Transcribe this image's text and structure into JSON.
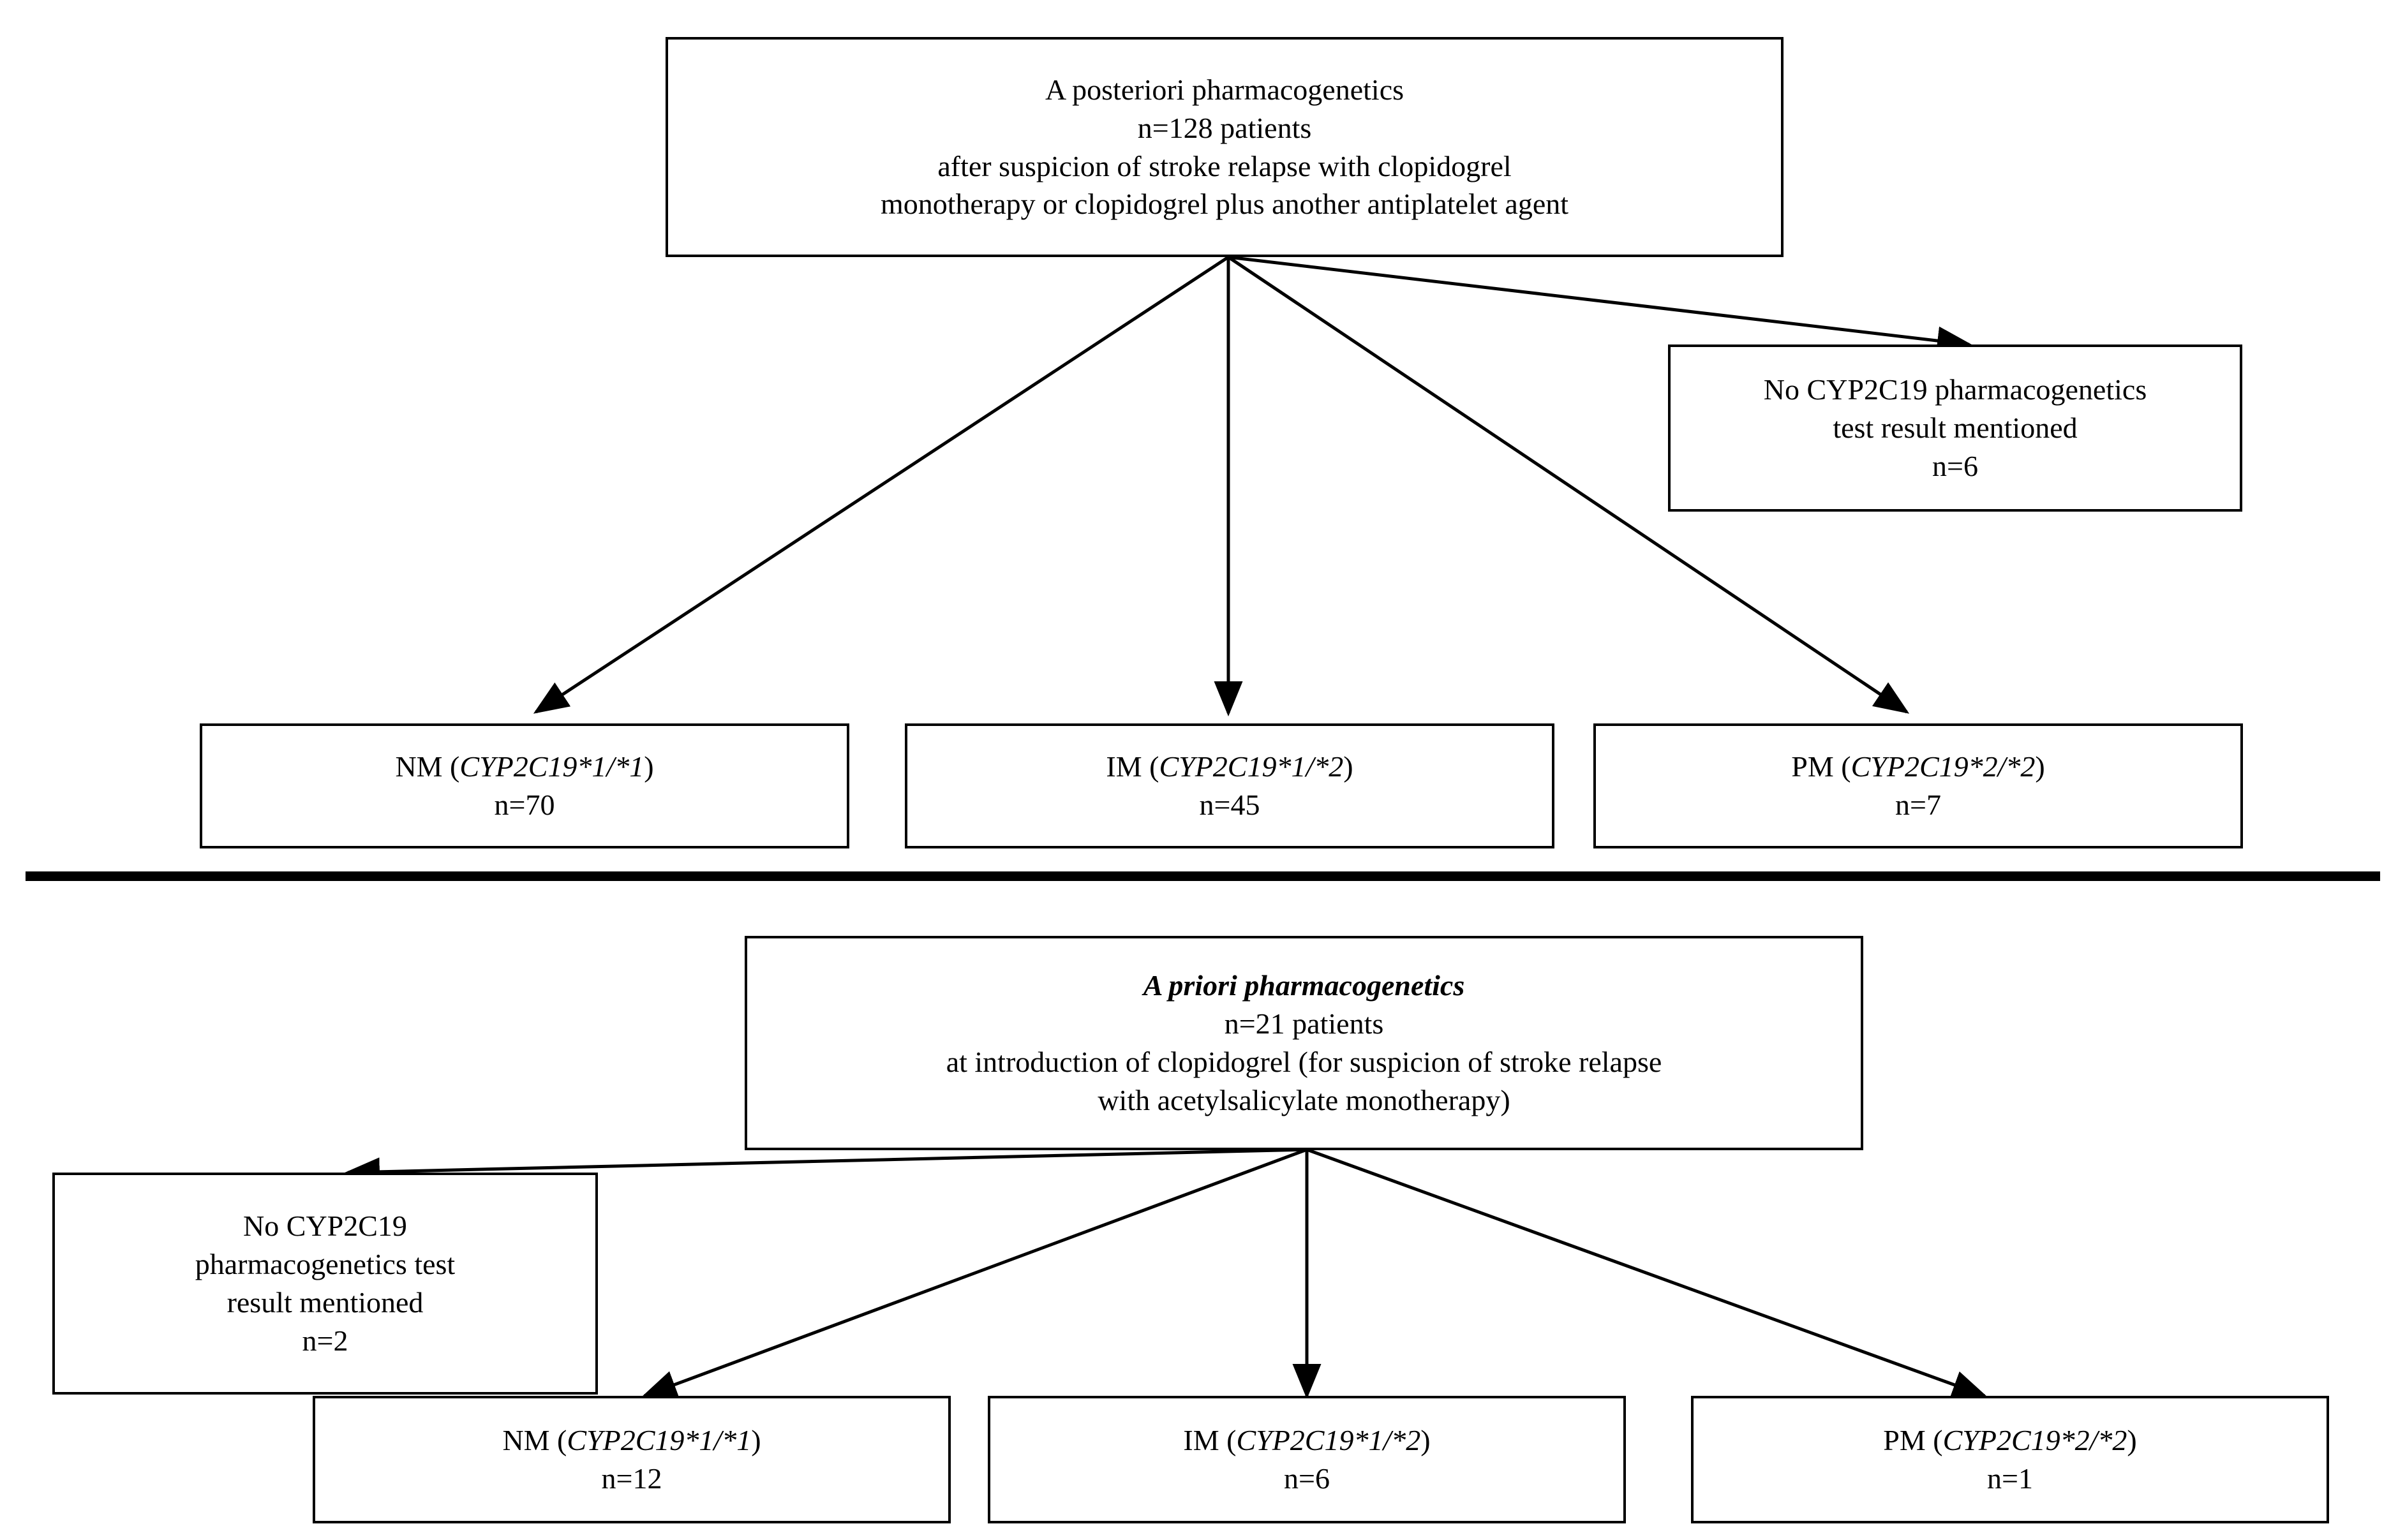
{
  "figure": {
    "title": "CYP2C19 pharmacogenetics testing flowchart",
    "divider_color": "#000000",
    "box_border_color": "#000000",
    "background_color": "#ffffff"
  },
  "posteriori": {
    "root": {
      "line1": "A posteriori  pharmacogenetics",
      "line2": "n=128 patients",
      "line3": "after suspicion  of stroke relapse with clopidogrel",
      "line4": "monotherapy  or clopidogrel  plus another antiplatelet  agent"
    },
    "no_result": {
      "line1": "No CYP2C19 pharmacogenetics",
      "line2": "test result  mentioned",
      "line3": "n=6"
    },
    "nm": {
      "prefix": "NM (",
      "gene": "CYP2C19*1/*1",
      "suffix": ")",
      "count": "n=70"
    },
    "im": {
      "prefix": "IM (",
      "gene": "CYP2C19*1/*2",
      "suffix": ")",
      "count": "n=45"
    },
    "pm": {
      "prefix": "PM (",
      "gene": "CYP2C19*2/*2",
      "suffix": ")",
      "count": "n=7"
    }
  },
  "priori": {
    "root": {
      "line1": "A priori pharmacogenetics",
      "line2": "n=21 patients",
      "line3": "at introduction  of clopidogrel  (for suspicion  of stroke relapse",
      "line4": "with acetylsalicylate  monotherapy)"
    },
    "no_result": {
      "line1": "No CYP2C19",
      "line2": "pharmacogenetics  test",
      "line3": "result  mentioned",
      "line4": "n=2"
    },
    "nm": {
      "prefix": "NM (",
      "gene": "CYP2C19*1/*1",
      "suffix": ")",
      "count": "n=12"
    },
    "im": {
      "prefix": "IM (",
      "gene": "CYP2C19*1/*2",
      "suffix": ")",
      "count": "n=6"
    },
    "pm": {
      "prefix": "PM (",
      "gene": "CYP2C19*2/*2",
      "suffix": ")",
      "count": "n=1"
    }
  }
}
